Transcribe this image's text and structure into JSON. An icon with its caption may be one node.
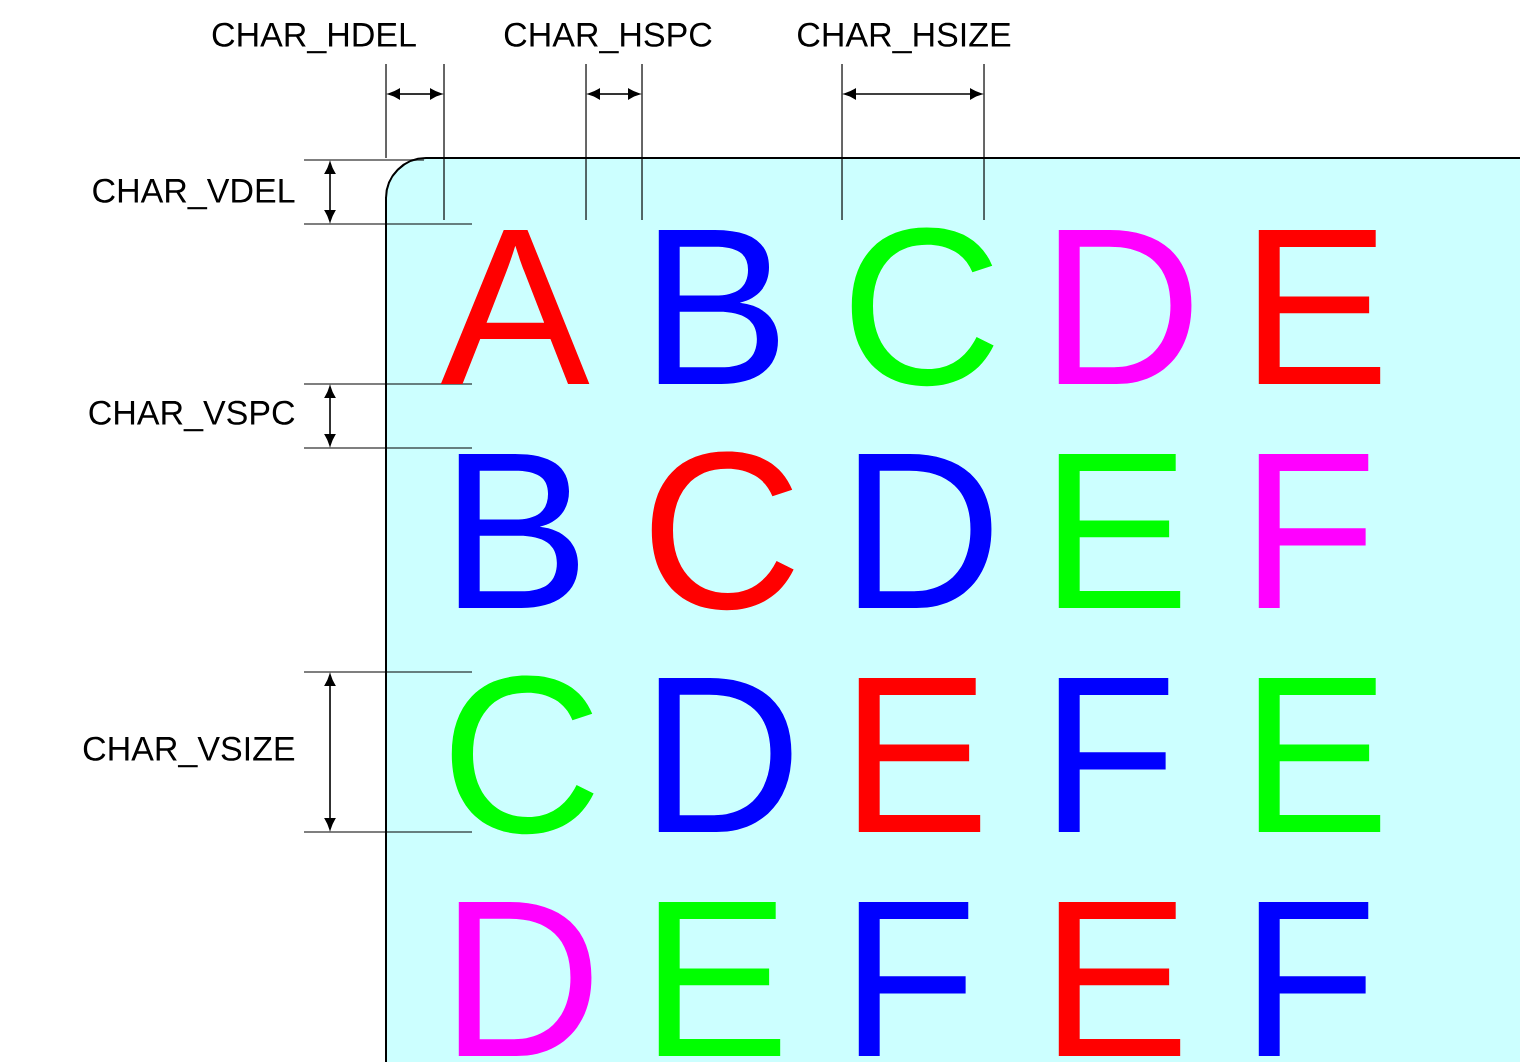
{
  "diagram": {
    "labels": [
      "CHAR_HDEL",
      "CHAR_HSPC",
      "CHAR_HSIZE",
      "CHAR_VDEL",
      "A",
      "B",
      "C",
      "D",
      "E",
      "CHAR_VSPC",
      "B",
      "C",
      "D",
      "E",
      "F",
      "CHAR_VSIZE",
      "C",
      "D",
      "E",
      "F",
      "E",
      "D",
      "E",
      "F",
      "E",
      "F"
    ]
  }
}
